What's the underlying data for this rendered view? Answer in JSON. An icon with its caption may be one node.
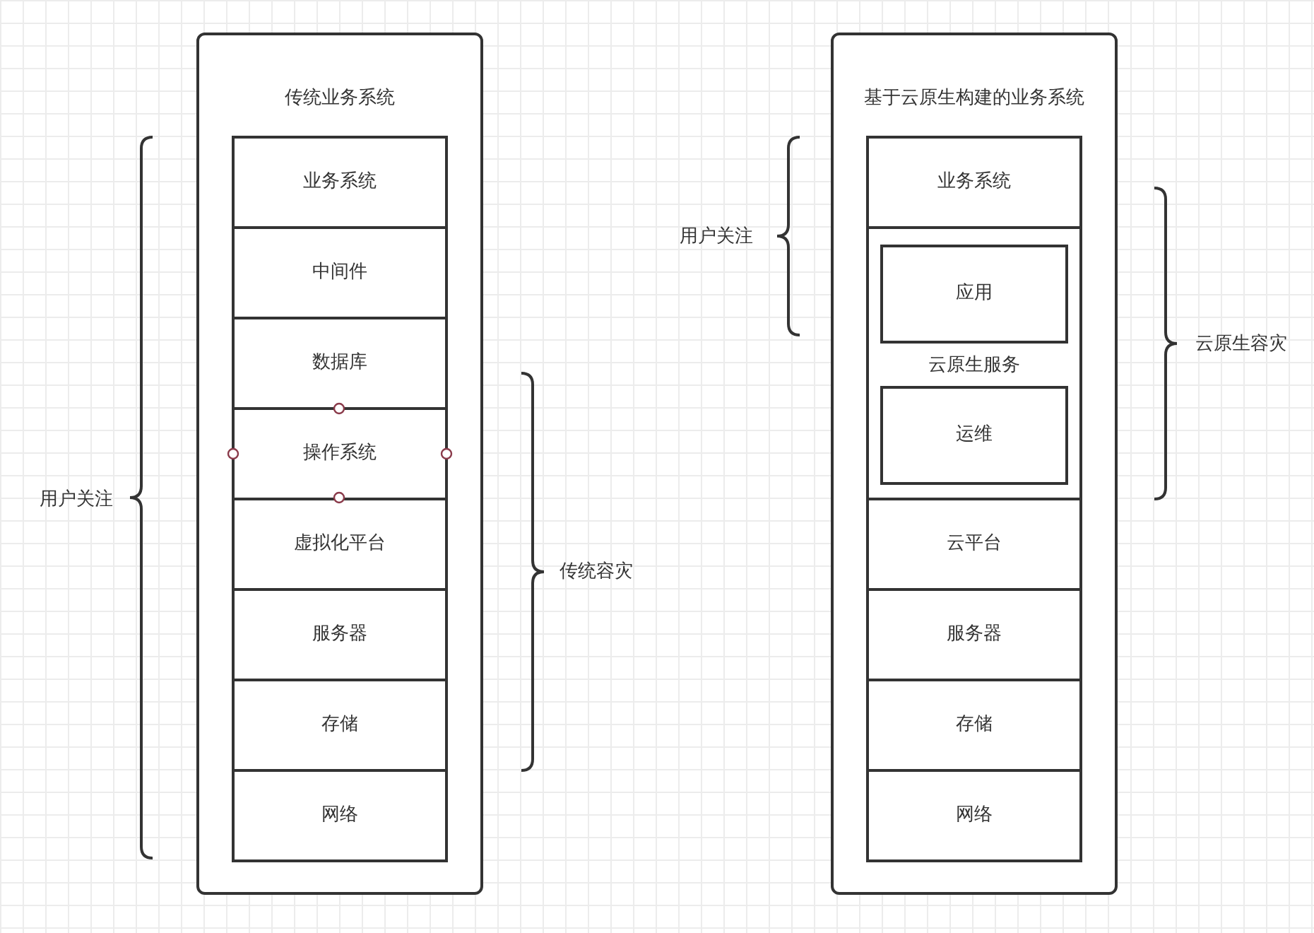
{
  "diagram": {
    "nodes": [
      {
        "text": [
          "传统业务系统"
        ]
      },
      {
        "text": [
          "业务系统"
        ],
        "in": 0
      },
      {
        "text": [
          "中间件"
        ],
        "in": 0
      },
      {
        "text": [
          "数据库"
        ],
        "in": 0
      },
      {
        "text": [
          "操作系统"
        ],
        "in": 0
      },
      {
        "text": [
          "虚拟化平台"
        ],
        "in": 0
      },
      {
        "text": [
          "服务器"
        ],
        "in": 0
      },
      {
        "text": [
          "存储"
        ],
        "in": 0
      },
      {
        "text": [
          "网络"
        ],
        "in": 0
      },
      {
        "text": [
          "基于云原生构建的业务系统"
        ]
      },
      {
        "text": [
          "业务系统"
        ],
        "in": 9
      },
      {
        "text": [
          "云原生服务"
        ],
        "in": 9
      },
      {
        "text": [
          "应用"
        ],
        "in": 11
      },
      {
        "text": [
          "运维"
        ],
        "in": 11
      },
      {
        "text": [
          "云平台"
        ],
        "in": 9
      },
      {
        "text": [
          "服务器"
        ],
        "in": 9
      },
      {
        "text": [
          "存储"
        ],
        "in": 9
      },
      {
        "text": [
          "网络"
        ],
        "in": 9
      }
    ],
    "edges": [],
    "labels": [
      "用户关注",
      "传统容灾",
      "用户关注",
      "云原生容灾"
    ]
  }
}
